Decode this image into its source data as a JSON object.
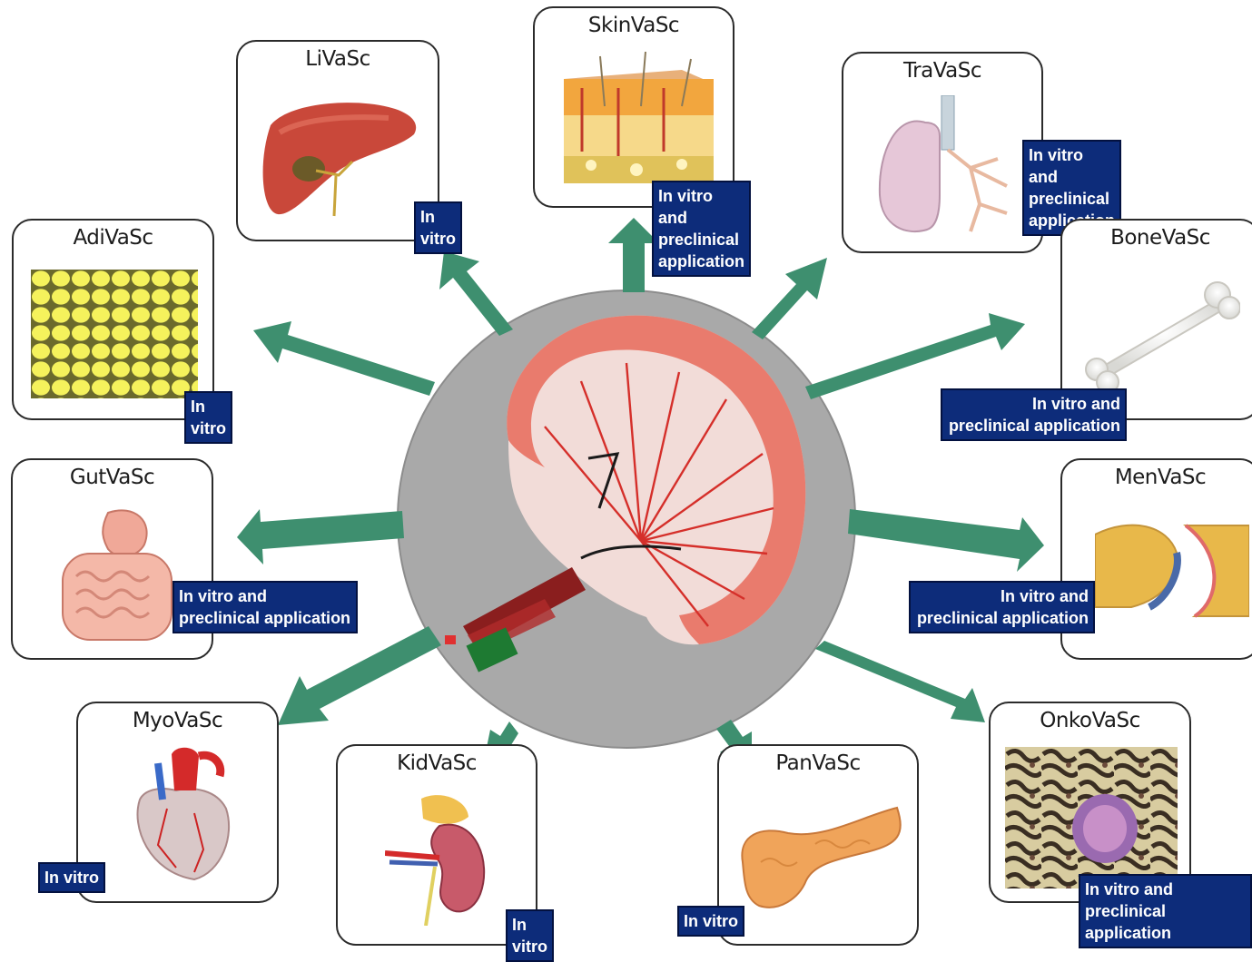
{
  "modules": [
    {
      "id": "livasc",
      "title": "LiVaSc",
      "status": "In vitro",
      "icon": "liver-icon"
    },
    {
      "id": "skinvasc",
      "title": "SkinVaSc",
      "status": "In vitro and\npreclinical application",
      "icon": "skin-section-icon"
    },
    {
      "id": "travasc",
      "title": "TraVaSc",
      "status": "In vitro and\npreclinical application",
      "icon": "lung-trachea-icon"
    },
    {
      "id": "adivasc",
      "title": "AdiVaSc",
      "status": "In vitro",
      "icon": "adipose-tissue-icon"
    },
    {
      "id": "bonevasc",
      "title": "BoneVaSc",
      "status": "In vitro and\npreclinical application",
      "icon": "bone-icon"
    },
    {
      "id": "gutvasc",
      "title": "GutVaSc",
      "status": "In vitro and\npreclinical application",
      "icon": "intestine-icon"
    },
    {
      "id": "menvasc",
      "title": "MenVaSc",
      "status": "In vitro and\npreclinical application",
      "icon": "meniscus-joint-icon"
    },
    {
      "id": "myovasc",
      "title": "MyoVaSc",
      "status": "In vitro",
      "icon": "heart-icon"
    },
    {
      "id": "kidvasc",
      "title": "KidVaSc",
      "status": "In vitro",
      "icon": "kidney-icon"
    },
    {
      "id": "panvasc",
      "title": "PanVaSc",
      "status": "In vitro",
      "icon": "pancreas-icon"
    },
    {
      "id": "onkovasc",
      "title": "OnkoVaSc",
      "status": "In vitro and\npreclinical application",
      "icon": "tumor-tissue-icon"
    }
  ],
  "center": {
    "icon": "vascularized-scaffold-icon"
  },
  "colors": {
    "arrow": "#3e8f6f",
    "badge": "#0d2c7a",
    "hub": "#a9a9a9",
    "vessel": "#e0403a"
  }
}
